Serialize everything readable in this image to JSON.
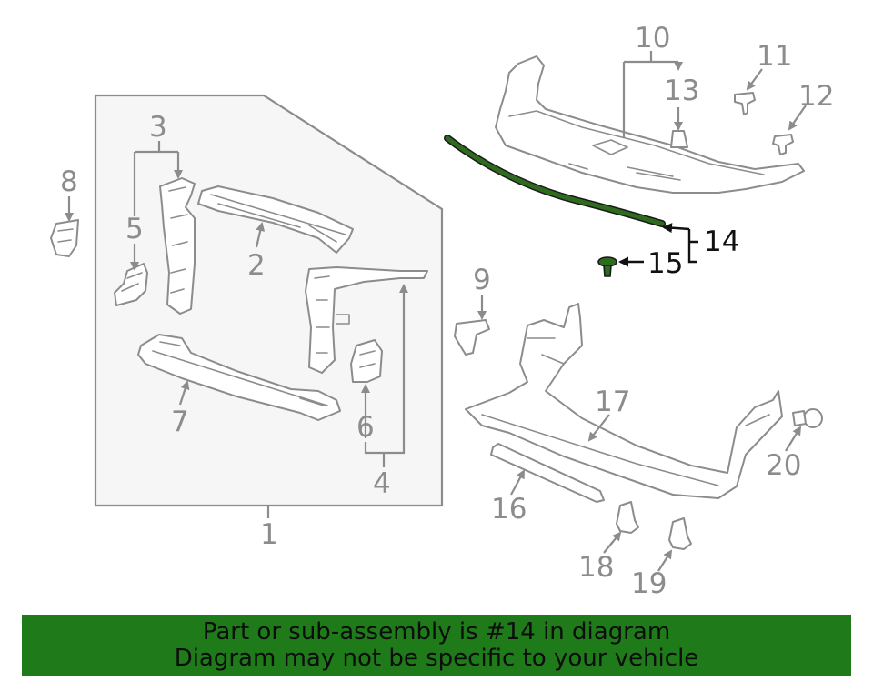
{
  "colors": {
    "part_stroke": "#8c8c8c",
    "highlight_part": "#2e6b1f",
    "assembly_box_fill": "#f6f6f6",
    "banner_bg": "#1f7a1a",
    "banner_text": "#0d0d0d"
  },
  "callouts": {
    "c1": "1",
    "c2": "2",
    "c3": "3",
    "c4": "4",
    "c5": "5",
    "c6": "6",
    "c7": "7",
    "c8": "8",
    "c9": "9",
    "c10": "10",
    "c11": "11",
    "c12": "12",
    "c13": "13",
    "c14": "14",
    "c15": "15",
    "c16": "16",
    "c17": "17",
    "c18": "18",
    "c19": "19",
    "c20": "20"
  },
  "highlighted_callouts": [
    "14",
    "15"
  ],
  "banner": {
    "line1": "Part or sub-assembly is #14 in diagram",
    "line2": "Diagram may not be specific to your vehicle"
  }
}
